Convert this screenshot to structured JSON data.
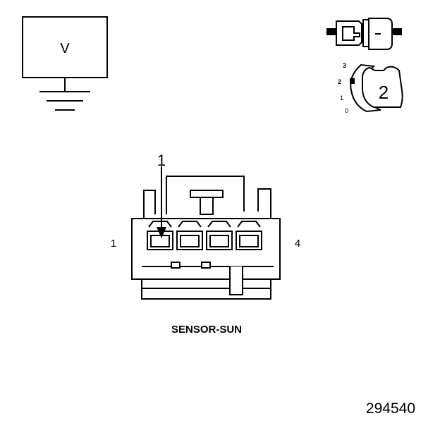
{
  "meter": {
    "label": "V"
  },
  "key_position": {
    "positions": [
      "3",
      "2",
      "1",
      "0"
    ],
    "marked": "2",
    "badge": "2"
  },
  "connector": {
    "pointer_label": "1",
    "left_pin_label": "1",
    "right_pin_label": "4",
    "caption": "SENSOR-SUN"
  },
  "figure_number": "294540",
  "colors": {
    "ink": "#000000",
    "background": "#ffffff"
  }
}
